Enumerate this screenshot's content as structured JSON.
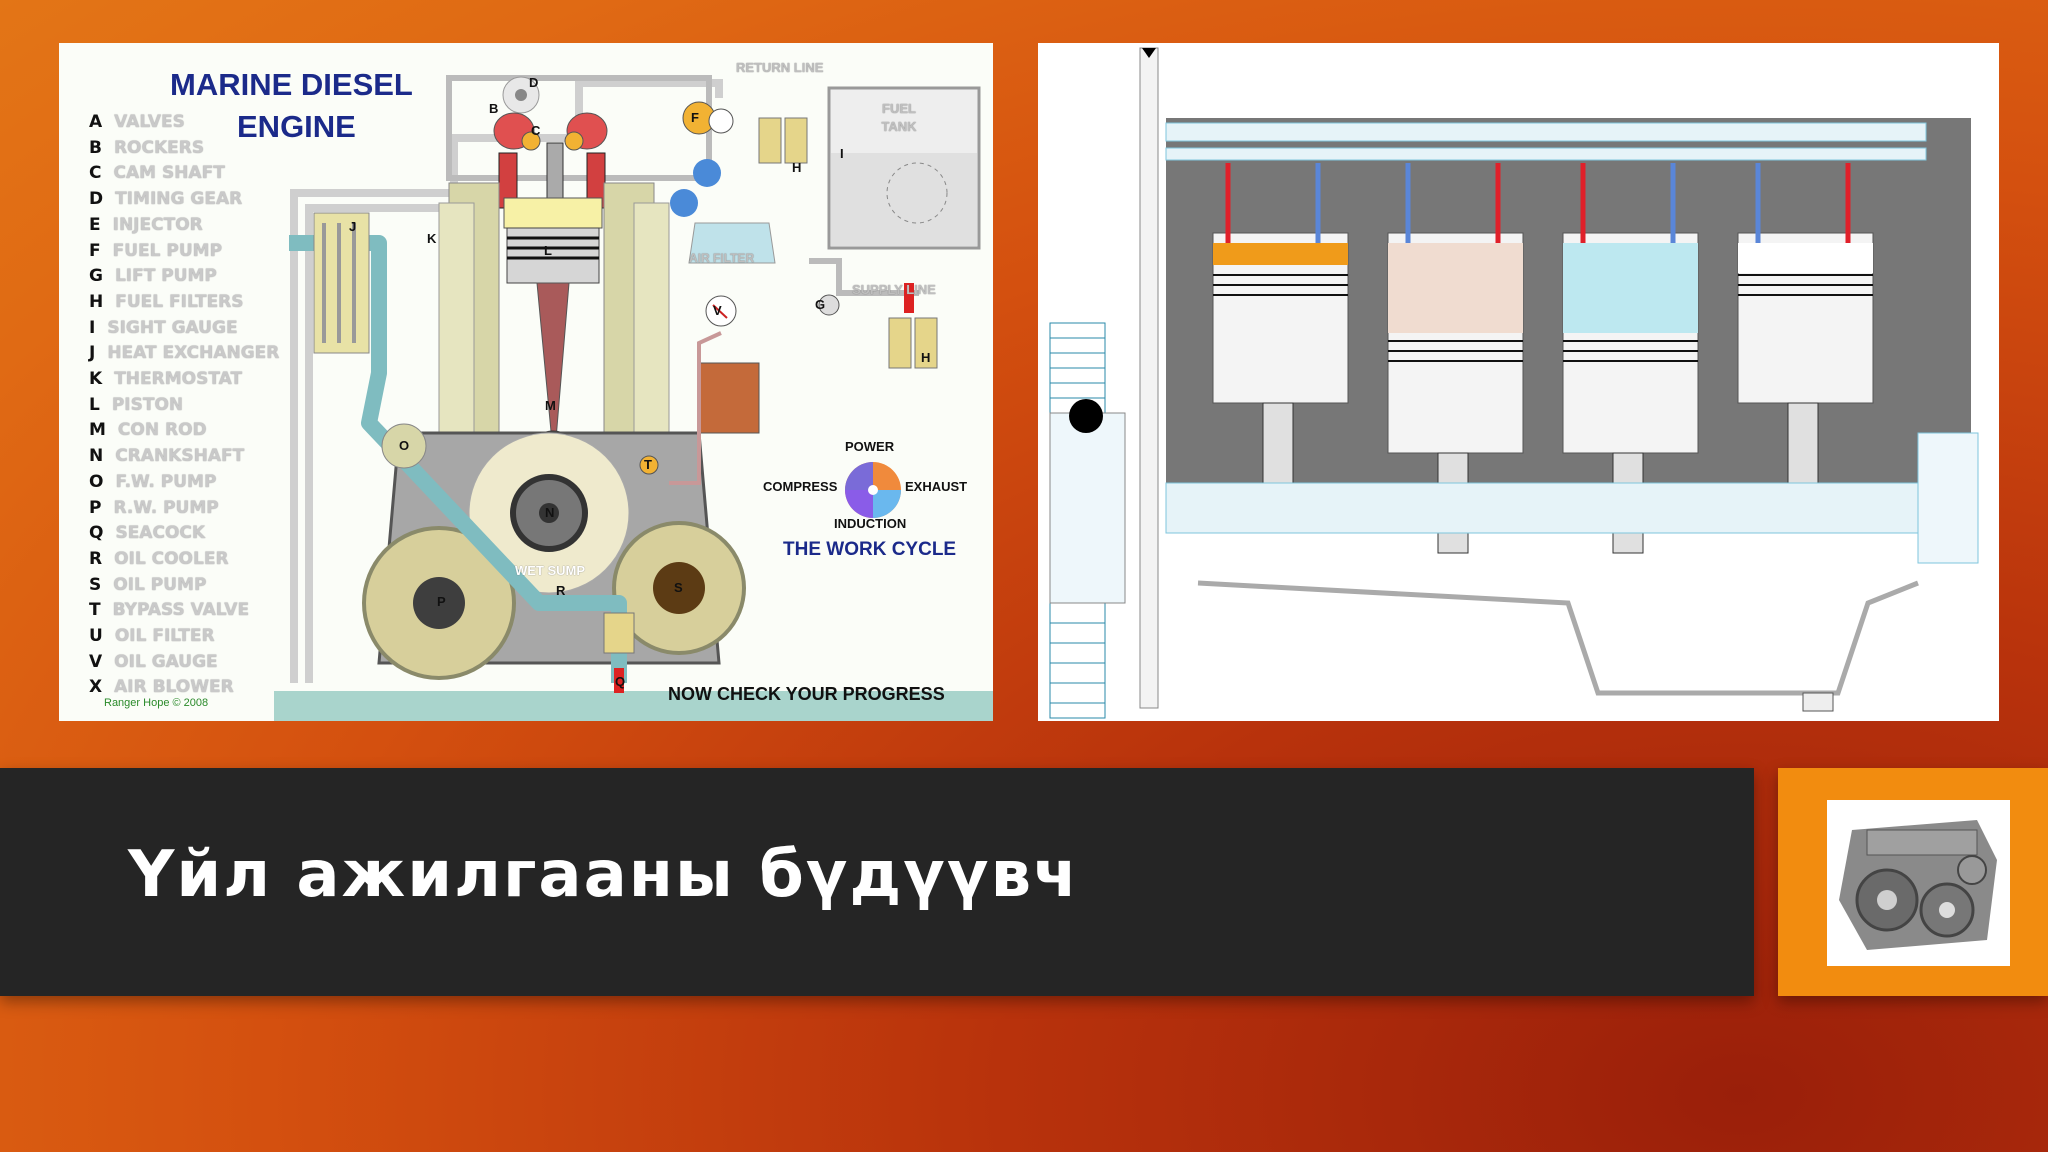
{
  "left_diagram": {
    "title_line1": "MARINE DIESEL",
    "title_line2": "ENGINE",
    "legend": [
      {
        "letter": "A",
        "name": "VALVES"
      },
      {
        "letter": "B",
        "name": "ROCKERS"
      },
      {
        "letter": "C",
        "name": "CAM SHAFT"
      },
      {
        "letter": "D",
        "name": "TIMING GEAR"
      },
      {
        "letter": "E",
        "name": "INJECTOR"
      },
      {
        "letter": "F",
        "name": "FUEL PUMP"
      },
      {
        "letter": "G",
        "name": "LIFT PUMP"
      },
      {
        "letter": "H",
        "name": "FUEL FILTERS"
      },
      {
        "letter": "I",
        "name": "SIGHT GAUGE"
      },
      {
        "letter": "J",
        "name": "HEAT EXCHANGER"
      },
      {
        "letter": "K",
        "name": "THERMOSTAT"
      },
      {
        "letter": "L",
        "name": "PISTON"
      },
      {
        "letter": "M",
        "name": "CON ROD"
      },
      {
        "letter": "N",
        "name": "CRANKSHAFT"
      },
      {
        "letter": "O",
        "name": "F.W. PUMP"
      },
      {
        "letter": "P",
        "name": "R.W. PUMP"
      },
      {
        "letter": "Q",
        "name": "SEACOCK"
      },
      {
        "letter": "R",
        "name": "OIL COOLER"
      },
      {
        "letter": "S",
        "name": "OIL PUMP"
      },
      {
        "letter": "T",
        "name": "BYPASS VALVE"
      },
      {
        "letter": "U",
        "name": "OIL FILTER"
      },
      {
        "letter": "V",
        "name": "OIL GAUGE"
      },
      {
        "letter": "X",
        "name": "AIR BLOWER"
      }
    ],
    "return_line": "RETURN LINE",
    "fuel_tank": "FUEL TANK",
    "supply_line": "SUPPLY LINE",
    "air_filter": "AIR FILTER",
    "wet_sump": "WET SUMP",
    "cycle": {
      "power": "POWER",
      "compress": "COMPRESS",
      "exhaust": "EXHAUST",
      "induction": "INDUCTION",
      "title": "THE WORK CYCLE"
    },
    "progress": "NOW CHECK YOUR PROGRESS",
    "credit": "Ranger Hope © 2008"
  },
  "slide_title": "Үйл ажилгааны бүдүүвч",
  "colors": {
    "title_blue": "#1b2a8a",
    "bar_dark": "#252525",
    "accent_orange": "#f28c0f",
    "exhaust_red": "#e0202a",
    "intake_blue": "#5a86d8"
  }
}
